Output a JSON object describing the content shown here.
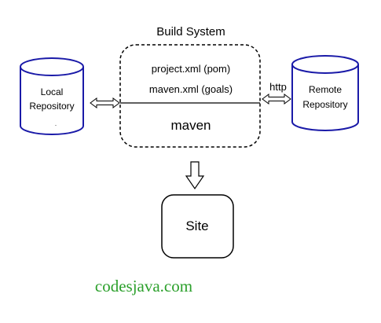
{
  "diagram": {
    "title": "Build System",
    "build_box": {
      "config_line_1": "project.xml (pom)",
      "config_line_2": "maven.xml (goals)",
      "engine": "maven"
    },
    "local_repository": {
      "line1": "Local",
      "line2": "Repository",
      "dot": "."
    },
    "remote_repository": {
      "line1": "Remote",
      "line2": "Repository"
    },
    "protocol_label": "http",
    "site_label": "Site",
    "colors": {
      "cylinder_stroke": "#1a1aa8",
      "watermark": "#2ca02c"
    }
  },
  "watermark": "codesjava.com"
}
